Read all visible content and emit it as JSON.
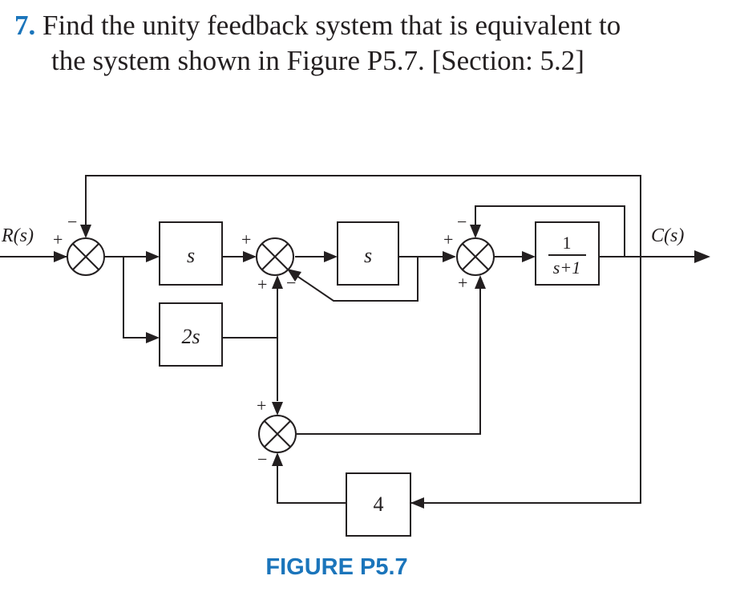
{
  "problem": {
    "number": "7.",
    "line1": "Find the unity feedback system that is equivalent to",
    "line2": "the system shown in Figure P5.7. [Section: 5.2]"
  },
  "diagram": {
    "input_label": "R(s)",
    "output_label": "C(s)",
    "blocks": {
      "s1": "s",
      "twos": "2s",
      "s2": "s",
      "tf_num": "1",
      "tf_den": "s+1",
      "four": "4"
    },
    "signs": {
      "sum1_left": "+",
      "sum1_top": "−",
      "sum2_left": "+",
      "sum2_bottom_left": "+",
      "sum2_bottom_right": "−",
      "sum3_left": "+",
      "sum3_top": "−",
      "sum3_bottom": "+",
      "sum4_top": "+",
      "sum4_bottom": "−"
    },
    "caption": "FIGURE P5.7"
  }
}
